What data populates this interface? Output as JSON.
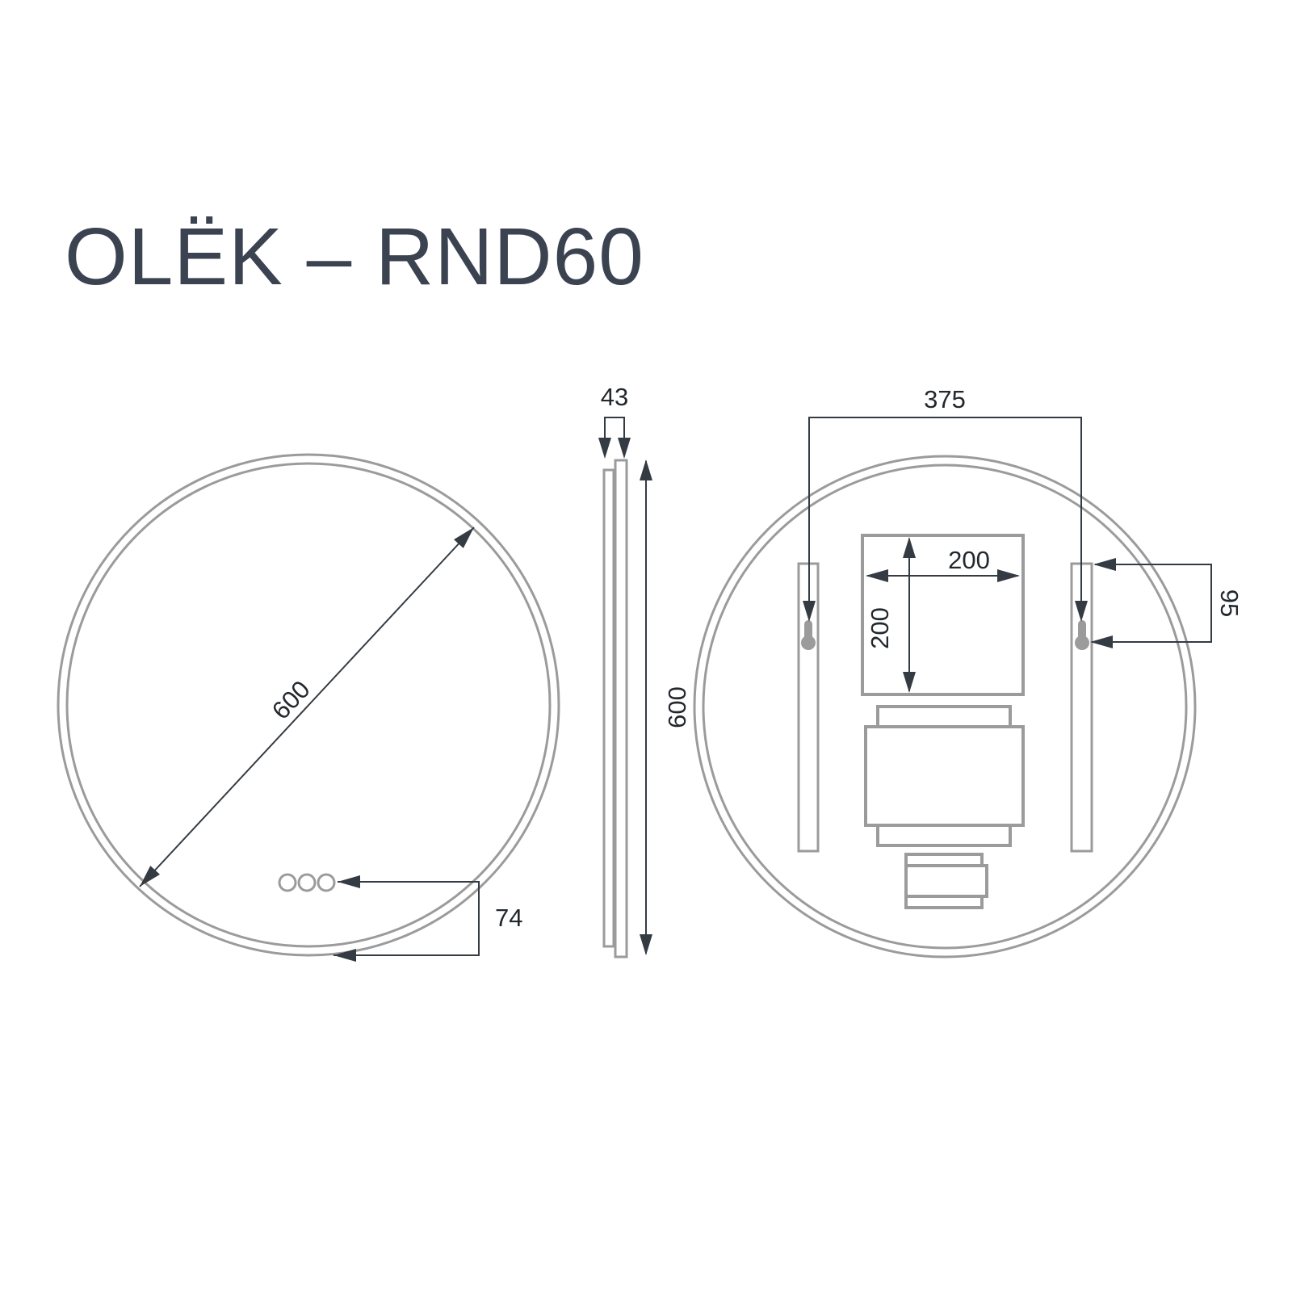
{
  "title": "OLËK – RND60",
  "colors": {
    "background": "#ffffff",
    "product_outline": "#9b9b9b",
    "dimension_line": "#343b42",
    "dimension_text": "#23282e",
    "title_text": "#3b4250"
  },
  "front_view": {
    "diameter": "600",
    "touch_buttons_offset": "74",
    "touch_button_count": 3
  },
  "side_view": {
    "depth": "43",
    "height": "600"
  },
  "back_view": {
    "hanger_spacing": "375",
    "cutout_width": "200",
    "cutout_height": "200",
    "hanger_offset": "95"
  }
}
